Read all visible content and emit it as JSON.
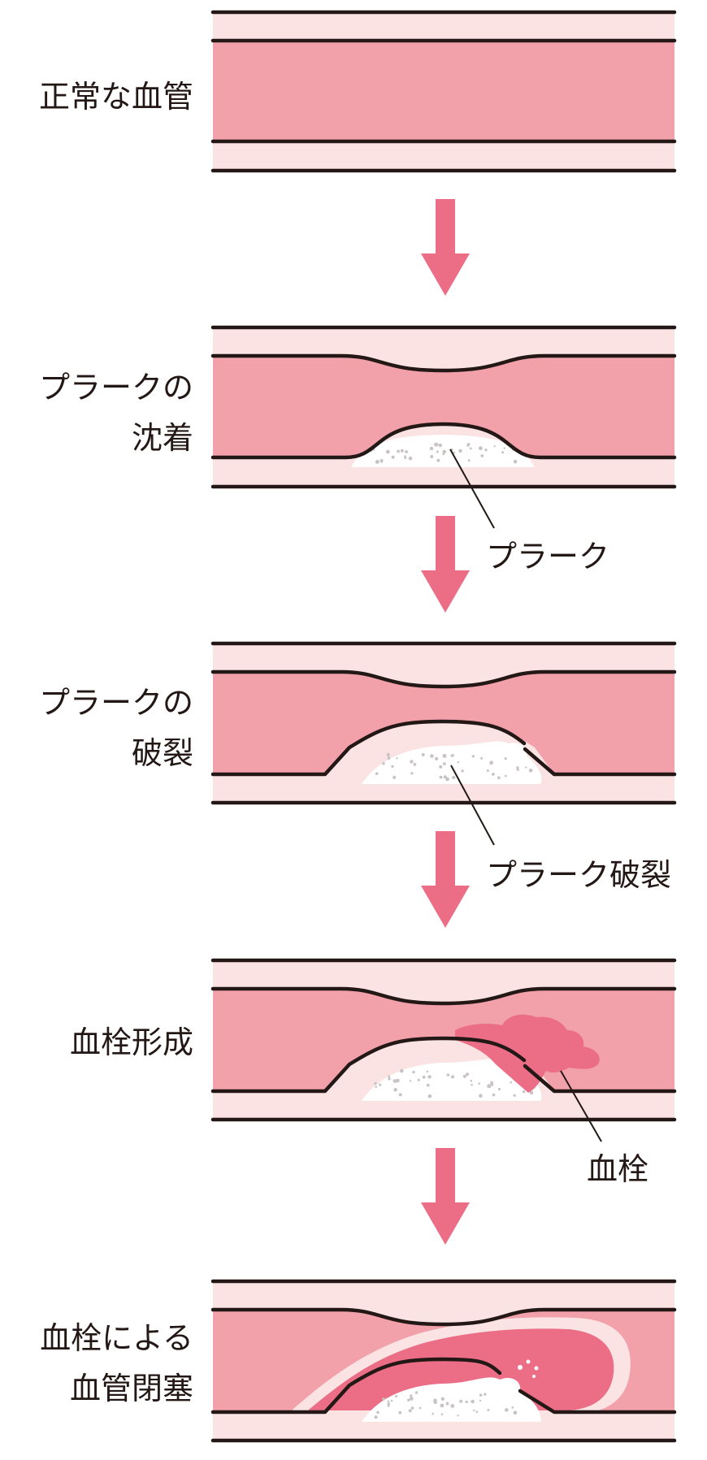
{
  "stages": [
    {
      "label_lines": [
        "正常な血管"
      ]
    },
    {
      "label_lines": [
        "プラークの",
        "沈着"
      ],
      "callout": "プラーク"
    },
    {
      "label_lines": [
        "プラークの",
        "破裂"
      ],
      "callout": "プラーク破裂"
    },
    {
      "label_lines": [
        "血栓形成"
      ],
      "callout": "血栓"
    },
    {
      "label_lines": [
        "血栓による",
        "血管閉塞"
      ]
    }
  ],
  "colors": {
    "vessel_wall": "#fbe3e4",
    "vessel_lumen": "#f2a1ab",
    "outline": "#231815",
    "plaque": "#ffffff",
    "plaque_dots": "#c9c3c4",
    "thrombus": "#eb6e86",
    "arrow": "#eb6e86"
  }
}
